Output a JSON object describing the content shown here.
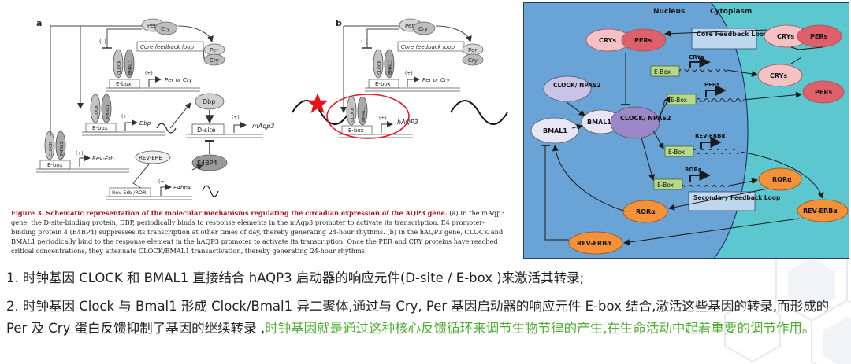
{
  "left_figure": {
    "panel_a_letter": "a",
    "panel_b_letter": "b",
    "per": "Per",
    "cry": "Cry",
    "clock": "CLOCK",
    "bmal1": "BMAL1",
    "core_feedback_loop": "Core feedback loop",
    "minus": "(–)",
    "plus": "(+)",
    "ebox": "E-box",
    "dsite": "D-site",
    "per_or_cry": "Per or Cry",
    "dbp_gene": "Dbp",
    "dbp_protein": "Dbp",
    "maqp3": "mAqp3",
    "haqp3": "hAQP3",
    "rev_erb_gene": "Rev-Erb",
    "rev_erb_protein": "REV-ERB",
    "rev_erb_ror": "Rev-Erb /ROR",
    "e4bp4_protein": "E4BP4",
    "e4bp4_gene": "E4bp4",
    "caption_title": "Figure 3. Schematic representation of the molecular mechanisms regulating the circadian expression of the AQP3 gene.",
    "caption_body": "(a) In the mAqp3 gene, the D-site-binding protein, DBP, periodically binds to response elements in the mAqp3 promoter to activate its transcription. E4 promoter-binding protein 4 (E4BP4) suppresses its transcription at other times of day, thereby generating 24-hour rhythms. (b) In the hAQP3 gene, CLOCK and BMAL1 periodically bind to the response element in the hAQP3 promoter to activate its transcription. Once the PER and CRY proteins have reached critical concentrations, they attenuate CLOCK/BMAL1 transactivation, thereby generating 24-hour rhythms."
  },
  "right_figure": {
    "nucleus": "Nucleus",
    "cytoplasm": "Cytoplasm",
    "crys_nuc": "CRYs",
    "pers_nuc": "PERs",
    "crys_cyt": "CRYs",
    "pers_cyt": "PERs",
    "crys_mid": "CRYs",
    "pers_right": "PERs",
    "core_feedback_loop": "Core Feedback Loop",
    "clock_npas2_left": "CLOCK/ NPAS2",
    "bmal1_left": "BMAL1",
    "bmal1_complex": "BMAL1",
    "clock_npas2_complex": "CLOCK/ NPAS2",
    "ebox1": "E-Box",
    "ebox2": "E-Box",
    "ebox3": "E-Box",
    "ebox4": "E-Box",
    "gene_crys": "CRYs",
    "gene_pers": "PERs",
    "gene_reverb": "REV-ERBα",
    "gene_ror": "RORα",
    "ror_right": "RORα",
    "ror_left": "RORα",
    "reverb_right": "REV-ERBα",
    "reverb_bottom": "REV-ERBα",
    "secondary_feedback_loop": "Secondary Feedback Loop"
  },
  "text": {
    "line1": "1. 时钟基因 CLOCK 和 BMAL1 直接结合 hAQP3 启动器的响应元件(D-site / E-box )来激活其转录;",
    "line2_black": "2. 时钟基因 Clock 与 Bmal1 形成 Clock/Bmal1 异二聚体,通过与 Cry, Per 基因启动器的响应元件 E-box 结合,激活这些基因的转录,而形成的 Per 及 Cry 蛋白反馈抑制了基因的继续转录 ,",
    "line2_green": "时钟基因就是通过这种核心反馈循环来调节生物节律的产生,在生命活动中起着重要的调节作用。"
  },
  "colors": {
    "star": "#e8141c",
    "highlight_green": "#4caf30",
    "nucleus_blue": "#6aa3d6",
    "cytoplasm_cyan": "#5cc7cf",
    "pink_oval": "#f4c2c4",
    "red_oval": "#e0606a",
    "purple_oval": "#c9c4e6",
    "orange_oval": "#f4923a",
    "ebox_green": "#b6d98a"
  }
}
